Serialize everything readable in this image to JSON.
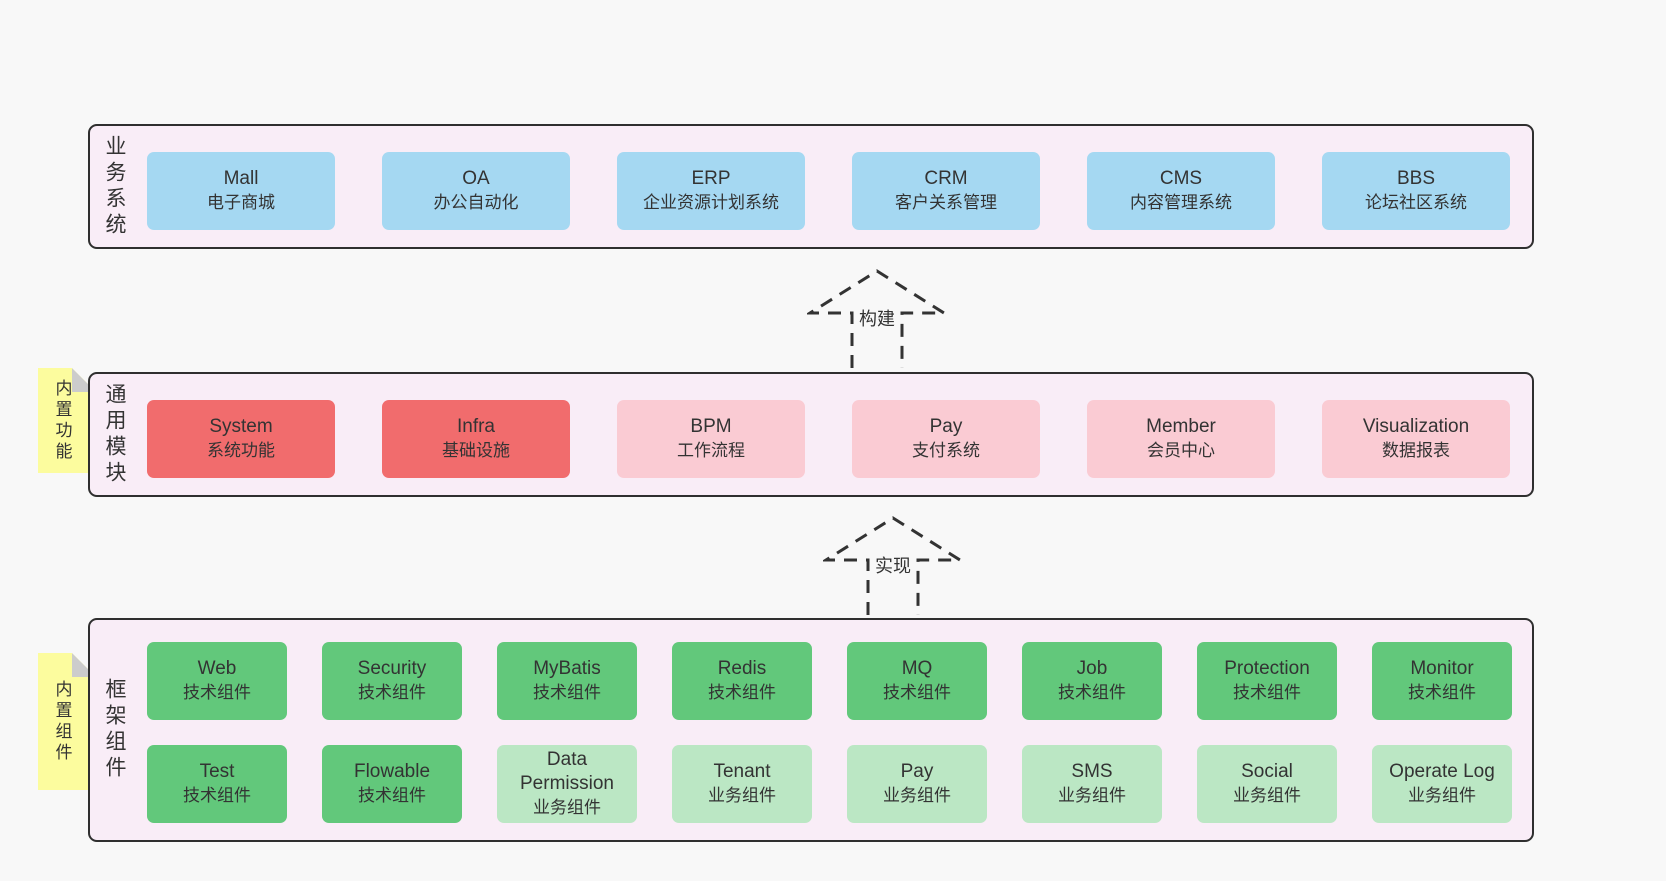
{
  "layers": {
    "business": {
      "label": "业务系统",
      "boxes": [
        {
          "title": "Mall",
          "subtitle": "电子商城"
        },
        {
          "title": "OA",
          "subtitle": "办公自动化"
        },
        {
          "title": "ERP",
          "subtitle": "企业资源计划系统"
        },
        {
          "title": "CRM",
          "subtitle": "客户关系管理"
        },
        {
          "title": "CMS",
          "subtitle": "内容管理系统"
        },
        {
          "title": "BBS",
          "subtitle": "论坛社区系统"
        }
      ]
    },
    "modules": {
      "label": "通用模块",
      "sticky": "内置功能",
      "boxes": [
        {
          "title": "System",
          "subtitle": "系统功能"
        },
        {
          "title": "Infra",
          "subtitle": "基础设施"
        },
        {
          "title": "BPM",
          "subtitle": "工作流程"
        },
        {
          "title": "Pay",
          "subtitle": "支付系统"
        },
        {
          "title": "Member",
          "subtitle": "会员中心"
        },
        {
          "title": "Visualization",
          "subtitle": "数据报表"
        }
      ]
    },
    "components": {
      "label": "框架组件",
      "sticky": "内置组件",
      "row1": [
        {
          "title": "Web",
          "subtitle": "技术组件"
        },
        {
          "title": "Security",
          "subtitle": "技术组件"
        },
        {
          "title": "MyBatis",
          "subtitle": "技术组件"
        },
        {
          "title": "Redis",
          "subtitle": "技术组件"
        },
        {
          "title": "MQ",
          "subtitle": "技术组件"
        },
        {
          "title": "Job",
          "subtitle": "技术组件"
        },
        {
          "title": "Protection",
          "subtitle": "技术组件"
        },
        {
          "title": "Monitor",
          "subtitle": "技术组件"
        }
      ],
      "row2": [
        {
          "title": "Test",
          "subtitle": "技术组件"
        },
        {
          "title": "Flowable",
          "subtitle": "技术组件"
        },
        {
          "title": "Data Permission",
          "subtitle": "业务组件"
        },
        {
          "title": "Tenant",
          "subtitle": "业务组件"
        },
        {
          "title": "Pay",
          "subtitle": "业务组件"
        },
        {
          "title": "SMS",
          "subtitle": "业务组件"
        },
        {
          "title": "Social",
          "subtitle": "业务组件"
        },
        {
          "title": "Operate Log",
          "subtitle": "业务组件"
        }
      ]
    }
  },
  "arrows": {
    "build": "构建",
    "implement": "实现"
  },
  "colors": {
    "page_bg": "#f8f8f8",
    "container_bg": "#f9edf7",
    "container_border": "#2f2f2f",
    "blue_box": "#a5d8f2",
    "red_box": "#f16c6d",
    "pink_box": "#facbd3",
    "green_box": "#62c87b",
    "light_green_box": "#bbe7c4",
    "sticky_yellow": "#fcfc9e",
    "text": "#333333"
  }
}
